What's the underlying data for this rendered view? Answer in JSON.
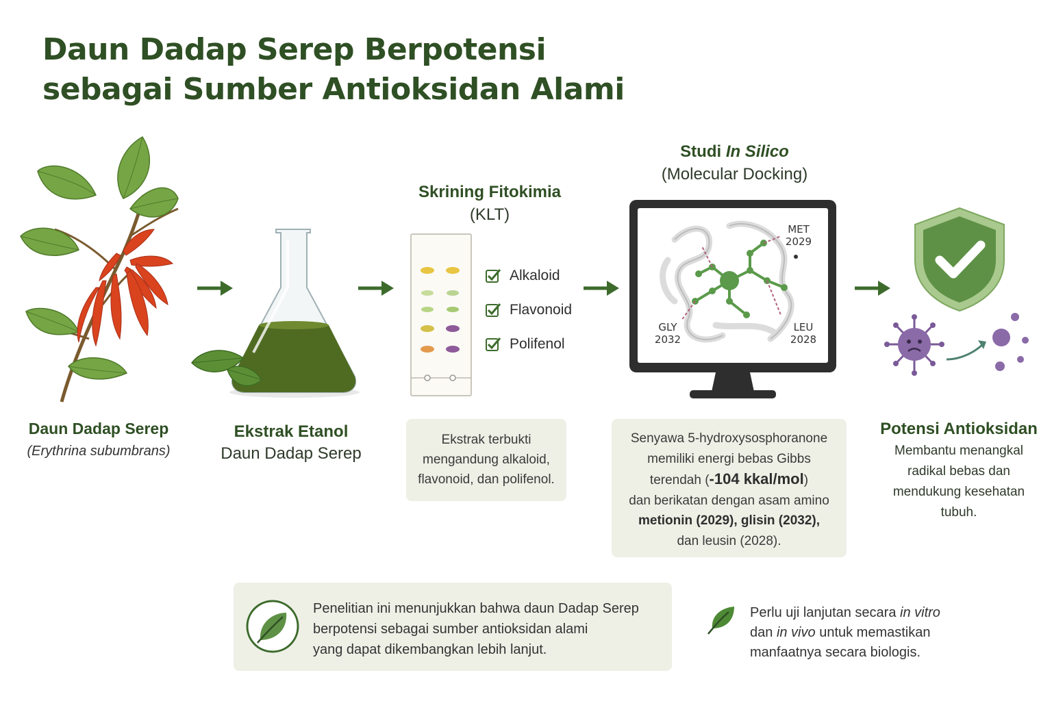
{
  "title_line1": "Daun Dadap Serep Berpotensi",
  "title_line2": "sebagai Sumber Antioksidan Alami",
  "steps": {
    "plant": {
      "name": "Daun Dadap Serep",
      "latin": "(Erythrina subumbrans)"
    },
    "extract": {
      "line1": "Ekstrak Etanol",
      "line2": "Daun Dadap Serep"
    },
    "screening": {
      "title": "Skrining Fitokimia",
      "subtitle": "(KLT)",
      "checks": [
        "Alkaloid",
        "Flavonoid",
        "Polifenol"
      ],
      "box_line1": "Ekstrak terbukti",
      "box_line2": "mengandung alkaloid,",
      "box_line3": "flavonoid, dan polifenol."
    },
    "insilico": {
      "title_prefix": "Studi ",
      "title_italic": "In Silico",
      "subtitle": "(Molecular Docking)",
      "residues": {
        "met_name": "MET",
        "met_num": "2029",
        "gly_name": "GLY",
        "gly_num": "2032",
        "leu_name": "LEU",
        "leu_num": "2028"
      },
      "box_line1": "Senyawa 5-hydroxysosphoranone",
      "box_line2": "memiliki energi bebas Gibbs",
      "box_line3_prefix": "terendah (",
      "box_energy": "-104 kkal/mol",
      "box_line3_suffix": ")",
      "box_line4": "dan berikatan dengan asam amino",
      "box_line5": "metionin (2029), glisin (2032),",
      "box_line6": "dan leusin (2028)."
    },
    "antioxidant": {
      "title": "Potensi Antioksidan",
      "line1": "Membantu menangkal",
      "line2": "radikal bebas dan",
      "line3": "mendukung kesehatan",
      "line4": "tubuh."
    }
  },
  "conclusion": {
    "line1": "Penelitian ini menunjukkan bahwa daun Dadap Serep",
    "line2": "berpotensi sebagai sumber antioksidan alami",
    "line3": "yang dapat dikembangkan lebih lanjut."
  },
  "note": {
    "line1_prefix": "Perlu uji lanjutan secara ",
    "line1_italic": "in vitro",
    "line2_prefix": "dan ",
    "line2_italic": "in vivo",
    "line2_suffix": " untuk memastikan",
    "line3": "manfaatnya secara biologis."
  },
  "colors": {
    "title_green": "#2f4f24",
    "arrow_green": "#3d6b2c",
    "box_bg": "#eef0e6",
    "leaf_green": "#6f9a3f",
    "flower_red": "#d9431e",
    "shield_green": "#5e9146",
    "radical_purple": "#8b6aa8"
  }
}
